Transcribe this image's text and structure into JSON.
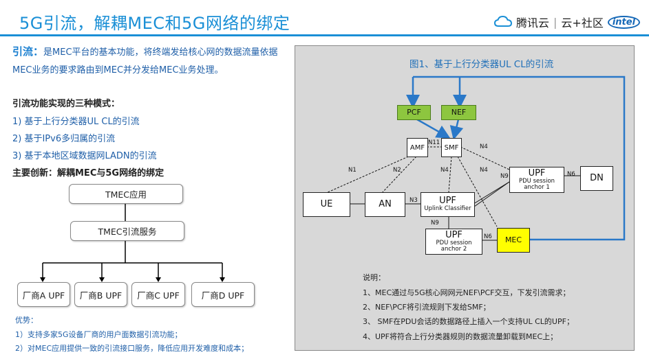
{
  "header": {
    "title": "5G引流，解耦MEC和5G网络的绑定",
    "brand_tencent": "腾讯云",
    "brand_sep": "|",
    "brand_community": "云+社区",
    "brand_intel": "intel"
  },
  "intro": {
    "label": "引流：",
    "text": "是MEC平台的基本功能，将终端发给核心网的数据流量依据MEC业务的要求路由到MEC并分发给MEC业务处理。"
  },
  "modes": {
    "heading": "引流功能实现的三种模式：",
    "items": [
      "1) 基于上行分类器UL CL的引流",
      "2) 基于IPv6多归属的引流",
      "3) 基于本地区域数据网LADN的引流"
    ]
  },
  "innovation": "主要创新：解耦MEC与5G网络的绑定",
  "tree": {
    "root": "TMEC应用",
    "mid": "TMEC引流服务",
    "leaves": [
      "厂商A UPF",
      "厂商B UPF",
      "厂商C UPF",
      "厂商D UPF"
    ]
  },
  "advantages": {
    "heading": "优势：",
    "items": [
      "1）支持多家5G设备厂商的用户面数据引流功能；",
      "2）对MEC应用提供一致的引流接口服务，降低应用开发难度和成本；"
    ]
  },
  "figure": {
    "title": "图1、基于上行分类器UL CL的引流",
    "nodes": {
      "pcf": "PCF",
      "nef": "NEF",
      "amf": "AMF",
      "smf": "SMF",
      "ue": "UE",
      "an": "AN",
      "upf_ulcl": "UPF",
      "upf_ulcl_sub": "Uplink Classifier",
      "upf_a1": "UPF",
      "upf_a1_sub": "PDU session anchor 1",
      "upf_a2": "UPF",
      "upf_a2_sub": "PDU session anchor 2",
      "dn": "DN",
      "mec": "MEC"
    },
    "labels": {
      "n11": "N11",
      "n4_a": "N4",
      "n4_b": "N4",
      "n4_c": "N4",
      "n1": "N1",
      "n2": "N2",
      "n3": "N3",
      "n9_a": "N9",
      "n9_b": "N9",
      "n6_a": "N6",
      "n6_b": "N6"
    },
    "notes": [
      "说明：",
      "1、MEC通过与5G核心网网元NEF\\PCF交互，下发引流需求；",
      "2、NEF\\PCF将引流规则下发给SMF；",
      "3、 SMF在PDU会话的数据路径上插入一个支持UL CL的UPF；",
      "4、UPF将符合上行分类器规则的数据流量卸载到MEC上；"
    ]
  },
  "colors": {
    "accent": "#1a8fd6",
    "green_node": "#8dc63f",
    "mec_yellow": "#ffff00",
    "panel_bg": "#d8d8d8",
    "arrow_blue": "#2a78c8"
  }
}
